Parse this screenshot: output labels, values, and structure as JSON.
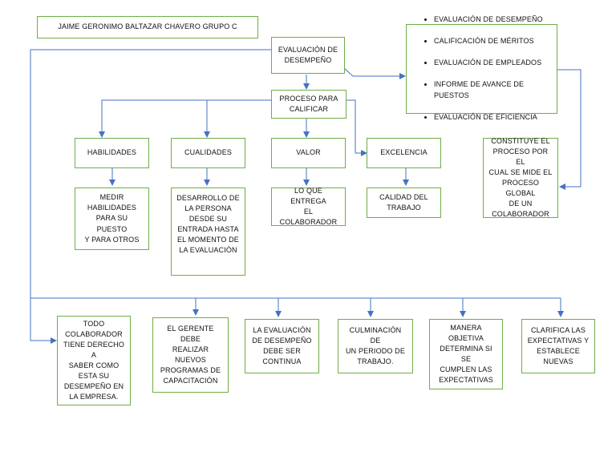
{
  "author_label": "JAIME GERONIMO BALTAZAR CHAVERO GRUPO C",
  "root": "EVALUACIÓN DE\nDESEMPEÑO",
  "synonyms": [
    "EVALUACIÓN DE DESEMPEÑO",
    "CALIFICACIÓN DE MÉRITOS",
    "EVALUACIÓN DE EMPLEADOS",
    "INFORME DE AVANCE DE PUESTOS",
    "EVALUACIÓN DE EFICIENCIA"
  ],
  "definition": "CONSTITUYE EL\nPROCESO POR EL\nCUAL SE MIDE EL\nPROCESO GLOBAL\nDE UN\nCOLABORADOR",
  "process": "PROCESO PARA\nCALIFICAR",
  "criteria": [
    {
      "title": "HABILIDADES",
      "detail": "MEDIR\nHABILIDADES\nPARA SU PUESTO\nY PARA OTROS"
    },
    {
      "title": "CUALIDADES",
      "detail": "DESARROLLO DE\nLA PERSONA\nDESDE SU\nENTRADA HASTA\nEL MOMENTO DE\nLA EVALUACIÓN"
    },
    {
      "title": "VALOR",
      "detail": "LO QUE ENTREGA\nEL\nCOLABORADOR"
    },
    {
      "title": "EXCELENCIA",
      "detail": "CALIDAD DEL\nTRABAJO"
    }
  ],
  "characteristics": [
    "TODO\nCOLABORADOR\nTIENE DERECHO A\nSABER COMO\nESTA SU\nDESEMPEÑO EN\nLA EMPRESA.",
    "EL GERENTE DEBE\nREALIZAR\nNUEVOS\nPROGRAMAS DE\nCAPACITACIÓN",
    "LA EVALUACIÓN\nDE DESEMPEÑO\nDEBE SER\nCONTINUA",
    "CULMINACIÓN DE\nUN PERIODO DE\nTRABAJO.",
    "MANERA\nOBJETIVA\nDETERMINA SI SE\nCUMPLEN LAS\nEXPECTATIVAS",
    "CLARIFICA LAS\nEXPECTATIVAS Y\nESTABLECE\nNUEVAS"
  ],
  "colors": {
    "box_border": "#70ad47",
    "connector": "#4472c4",
    "text": "#111111"
  }
}
